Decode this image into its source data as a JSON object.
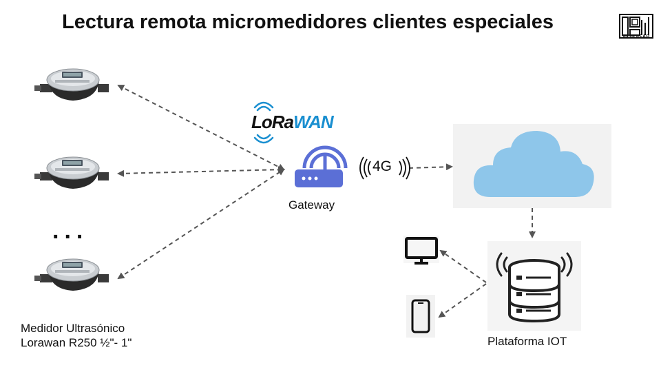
{
  "title": "Lectura remota micromedidores clientes especiales",
  "logo": {
    "text": "MINKAFAB"
  },
  "lorawan": {
    "part1": "LoRa",
    "part2": "WAN"
  },
  "network_badge": "4G",
  "gateway": {
    "label": "Gateway"
  },
  "platform": {
    "label": "Plataforma IOT"
  },
  "meters": {
    "ellipsis": "...",
    "label_line1": "Medidor Ultrasónico",
    "label_line2": "Lorawan R250  ½\"- 1\""
  },
  "colors": {
    "gateway": "#5b6fd6",
    "cloud": "#8ec6ea",
    "lorawan_accent": "#1a8fd0",
    "arrow": "#555555"
  },
  "icons": [
    "water-meter-icon",
    "lorawan-logo",
    "gateway-router-icon",
    "4g-signal-icon",
    "cloud-icon",
    "server-database-icon",
    "monitor-icon",
    "smartphone-icon"
  ]
}
